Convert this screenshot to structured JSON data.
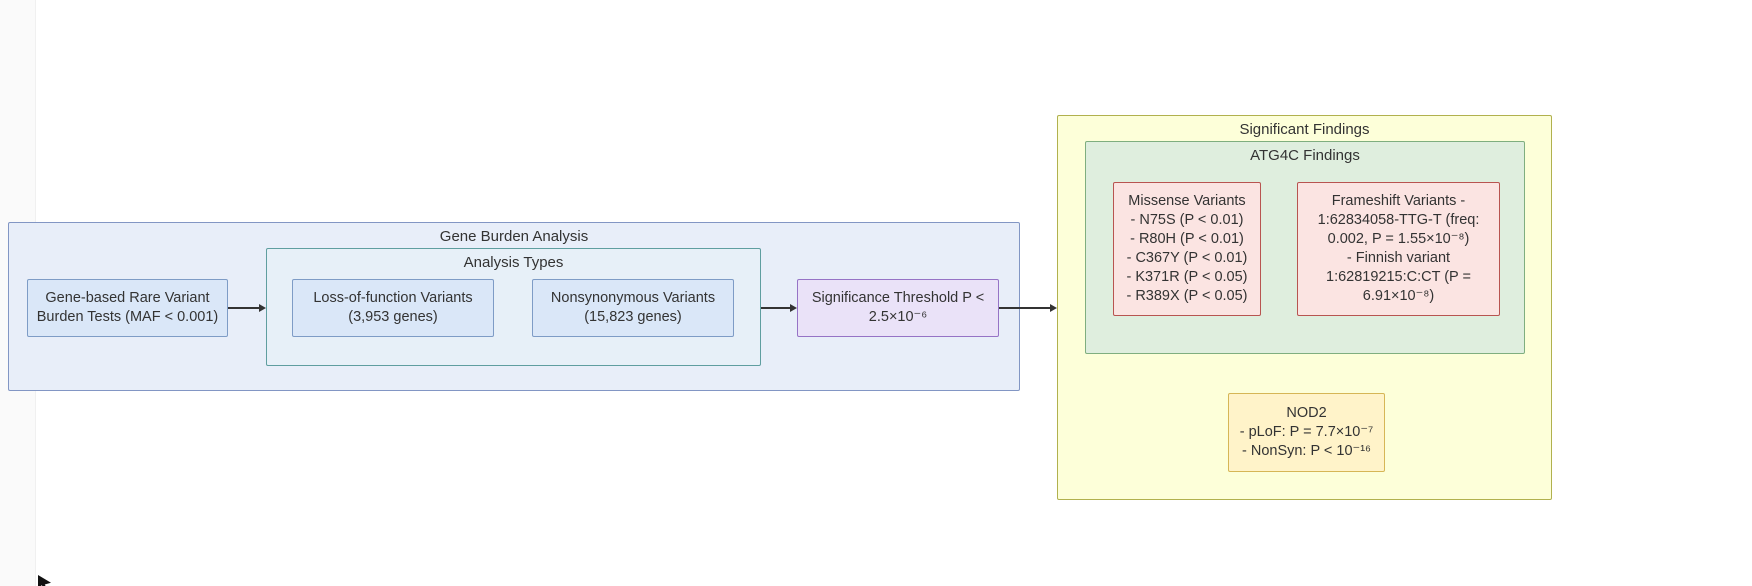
{
  "diagram": {
    "gene_burden": {
      "title": "Gene Burden Analysis",
      "burden_node": "Gene-based Rare Variant\nBurden Tests (MAF < 0.001)",
      "analysis_types": {
        "title": "Analysis Types",
        "lof_node": "Loss-of-function Variants\n(3,953 genes)",
        "nonsyn_node": "Nonsynonymous Variants\n(15,823 genes)"
      },
      "threshold_node": "Significance Threshold P <\n2.5×10⁻⁶"
    },
    "significant_findings": {
      "title": "Significant Findings",
      "atg4c": {
        "title": "ATG4C Findings",
        "missense_node": "Missense Variants\n- N75S (P < 0.01)\n- R80H (P < 0.01)\n- C367Y (P < 0.01)\n- K371R (P < 0.05)\n- R389X (P < 0.05)",
        "frameshift_node": "Frameshift Variants -\n1:62834058-TTG-T  (freq:\n0.002, P = 1.55×10⁻⁸)\n- Finnish variant\n1:62819215:C:CT  (P =\n6.91×10⁻⁸)"
      },
      "nod2_node": "NOD2\n- pLoF: P = 7.7×10⁻⁷\n- NonSyn: P < 10⁻¹⁶"
    },
    "edges": [
      {
        "from": "burden-tests",
        "to": "analysis-types"
      },
      {
        "from": "analysis-types",
        "to": "significance-threshold"
      },
      {
        "from": "significance-threshold",
        "to": "significant-findings"
      }
    ]
  },
  "colors": {
    "c_text": "#333333",
    "c_arrow": "#333333",
    "c_blue_group_fill": "#E8EEF9",
    "c_blue_group_border": "#8296C4",
    "c_analysis_fill": "#E7F0F8",
    "c_analysis_border": "#5F9EA0",
    "c_blue_node_fill": "#DAE7F8",
    "c_blue_node_border": "#7E9CC6",
    "c_purple_node_fill": "#EAE2F8",
    "c_purple_node_border": "#9673C6",
    "c_yellow_group_fill": "#FDFFD9",
    "c_yellow_group_border": "#B1B14E",
    "c_green_group_fill": "#DFEEDE",
    "c_green_group_border": "#7FAE7F",
    "c_pink_node_fill": "#FBE4E2",
    "c_pink_node_border": "#B85450",
    "c_gold_node_fill": "#FFF3C9",
    "c_gold_node_border": "#D6B656"
  }
}
